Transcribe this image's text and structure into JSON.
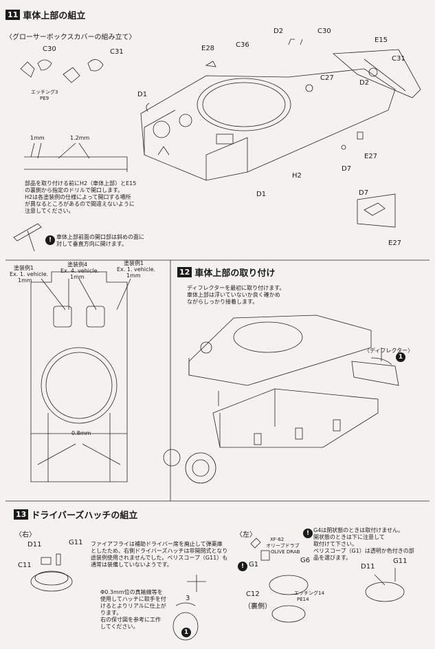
{
  "s11": {
    "num": "11",
    "title": "車体上部の組立",
    "sub": "〈グローサーボックスカバーの組み立て〉",
    "labels": {
      "c30a": "C30",
      "c31a": "C31",
      "etch": "エッチング3",
      "pe": "PE9",
      "d2a": "D2",
      "c30b": "C30",
      "e15": "E15",
      "c31b": "C31",
      "e28": "E28",
      "c36": "C36",
      "d2b": "D2",
      "c27": "C27",
      "d1a": "D1",
      "e27a": "E27",
      "d7a": "D7",
      "h2": "H2",
      "d1b": "D1",
      "d7b": "D7",
      "e27b": "E27"
    },
    "dims": {
      "a": "1mm",
      "b": "1.2mm"
    },
    "note": [
      "部品を取り付ける前にH2（車体上部）とE15",
      "の裏側から指定のドリルで開口します。",
      "H2は各塗装例の仕様によって開口する場所",
      "が異なるところがあるので間違えないように",
      "注意してください。"
    ],
    "caution": [
      "車体上部前面の開口部は斜めの面に",
      "対して垂直方向に開けます。"
    ],
    "paint": {
      "p4": "塗装例4",
      "p4b": "Ex. 4. vehicle.",
      "p1a": "塗装例1",
      "p1ab": "Ex. 1. vehicle.",
      "p1b": "塗装例1",
      "p1bb": "Ex. 1. vehicle.",
      "mm1": "1mm",
      "mm2": "1mm",
      "mm3": "1mm",
      "mm4": "0.8mm"
    }
  },
  "s12": {
    "num": "12",
    "title": "車体上部の取り付け",
    "note": [
      "ディフレクターを最初に取り付けます。",
      "車体上部は浮いていないか良く確かめ",
      "ながらしっかり接着します。"
    ],
    "deflector": "〈ディフレクター〉",
    "step": "1"
  },
  "s13": {
    "num": "13",
    "title": "ドライバーズハッチの組立",
    "right": "〈右〉",
    "left": "〈左〉",
    "labels": {
      "d11a": "D11",
      "g11a": "G11",
      "c11": "C11",
      "xf": "XF-62",
      "olive": "オリーブドラブ",
      "olive_en": "OLIVE DRAB",
      "g1": "G1",
      "g6": "G6",
      "c12": "C12",
      "ura": "（裏側）",
      "etch14": "エッチング14",
      "pe14": "PE14",
      "d11b": "D11",
      "g11b": "G11",
      "dim3": "3"
    },
    "note_fire": [
      "ファイアフライは補助ドライバー席を廃止して弾薬庫",
      "としたため、右側ドライバーズハッチは非開閉式となり",
      "途装例使用されませんでした。ペリスコープ（G11）も",
      "通常は装備していないようです。"
    ],
    "note_wire": [
      "Φ0.3mm位の真鍮線等を",
      "使用してハッチに取手を付",
      "けるとよりリアルに仕上が",
      "ります。",
      "右の保寸図を参考に工作",
      "してください。"
    ],
    "note_g4": [
      "G4は閉状態のときは取付けません。",
      "開状態のときは下に注意して",
      "取付けて下さい。",
      "ペリスコープ（G1）は透明か色付きの部",
      "品を選びます。"
    ],
    "step": "1"
  }
}
